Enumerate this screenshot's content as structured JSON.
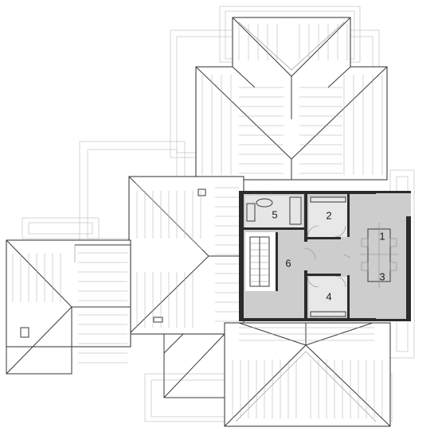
{
  "rooms": [
    {
      "label": "1"
    },
    {
      "label": "2"
    },
    {
      "label": "3"
    },
    {
      "label": "4"
    },
    {
      "label": "5"
    },
    {
      "label": "6"
    }
  ],
  "colors": {
    "floor": "#cdcdcd",
    "wall": "#2b2b2b",
    "roof_line": "#2e2e2e",
    "background": "#ffffff"
  },
  "icons": [
    "chimney-vent-icon",
    "skylight-icon",
    "staircase-icon",
    "washbasin-icon",
    "dining-table-icon"
  ]
}
